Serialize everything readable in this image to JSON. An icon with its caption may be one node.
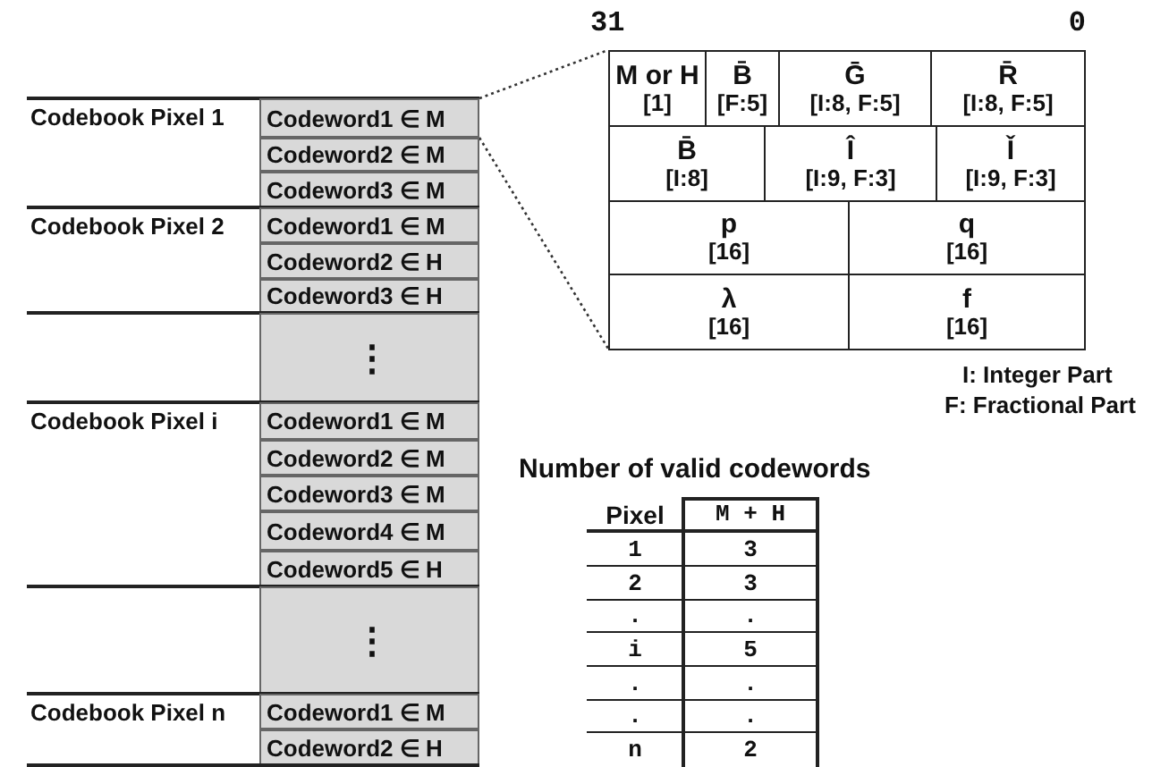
{
  "diagram": {
    "nodes": [
      {
        "text": [
          "Codeword1 ∈ M"
        ]
      },
      {
        "text": [],
        "shape": "box"
      },
      {
        "text": [
          "M or H",
          "[1]"
        ],
        "in": 1
      },
      {
        "text": [
          "B̄",
          "[F:5]"
        ],
        "in": 1
      },
      {
        "text": [
          "Ḡ",
          "[I:8, F:5]"
        ],
        "in": 1
      },
      {
        "text": [
          "R̄",
          "[I:8, F:5]"
        ],
        "in": 1
      },
      {
        "text": [
          "B̄",
          "[I:8]"
        ],
        "in": 1
      },
      {
        "text": [
          "Î",
          "[I:9, F:3]"
        ],
        "in": 1
      },
      {
        "text": [
          "Ǐ",
          "[I:9, F:3]"
        ],
        "in": 1
      },
      {
        "text": [
          "p",
          "[16]"
        ],
        "in": 1
      },
      {
        "text": [
          "q",
          "[16]"
        ],
        "in": 1
      },
      {
        "text": [
          "λ",
          "[16]"
        ],
        "in": 1
      },
      {
        "text": [
          "f",
          "[16]"
        ],
        "in": 1
      }
    ],
    "edges": [
      {
        "from": 0,
        "to": 1,
        "arrow": "none",
        "style": "dashed"
      },
      {
        "from": 0,
        "to": 1,
        "arrow": "none",
        "style": "dashed"
      }
    ],
    "labels": [
      "Codebook Pixel 1",
      "Codeword2 ∈ M",
      "Codeword3 ∈ M",
      "Codebook Pixel 2",
      "Codeword1 ∈ M",
      "Codeword2 ∈ H",
      "Codeword3 ∈ H",
      "⋮",
      "Codebook Pixel i",
      "Codeword1 ∈ M",
      "Codeword2 ∈ M",
      "Codeword3 ∈ M",
      "Codeword4 ∈ M",
      "Codeword5 ∈ H",
      "⋮",
      "Codebook Pixel n",
      "Codeword1 ∈ M",
      "Codeword2 ∈ H",
      "31",
      "0",
      "I: Integer Part",
      "F: Fractional Part",
      "Number of valid codewords",
      "Pixel",
      "M + H",
      "1",
      "3",
      "2",
      "3",
      ".",
      ".",
      "i",
      "5",
      ".",
      ".",
      ".",
      ".",
      "n",
      "2"
    ]
  }
}
